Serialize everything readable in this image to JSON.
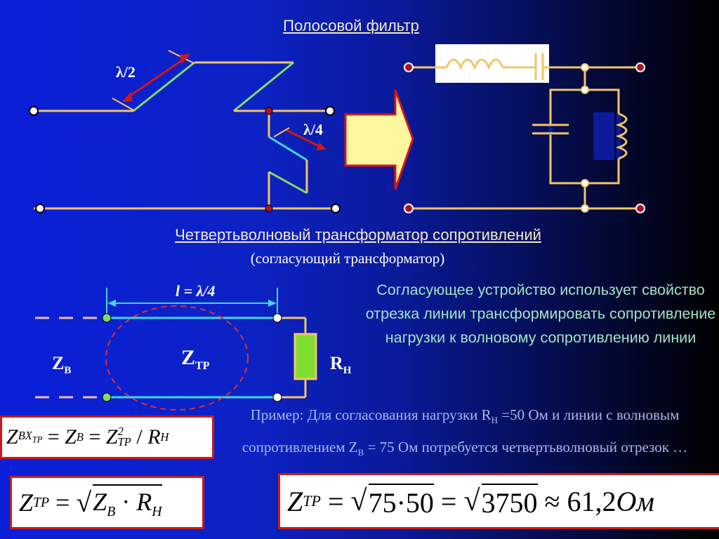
{
  "title": "Полосовой фильтр",
  "labels": {
    "half_wave": "λ/2",
    "quarter_wave": "λ/4",
    "length": "l = λ/4",
    "zb_main": "Z",
    "zb_sub": "В",
    "ztp_main": "Z",
    "ztp_sub": "ТР",
    "rn_main": "R",
    "rn_sub": "Н"
  },
  "subtitle": "Четвертьволновый трансформатор сопротивлений",
  "subtitle2": "(согласующий трансформатор)",
  "description": "Согласующее устройство использует свойство отрезка линии трансформировать сопротивление нагрузки к волновому сопротивлению линии",
  "example": {
    "part1": "Пример: Для согласования нагрузки R",
    "sub1": "Н",
    "part2": " =50 Ом и линии с волновым сопротивлением Z",
    "sub2": "В",
    "part3": " = 75 Ом потребуется четвертьволновый отрезок …"
  },
  "formulas": {
    "f1_lhs": "Z",
    "f1_lhs_sub": "BX",
    "f1_lhs_subsub": "TP",
    "f1_eq1": " = ",
    "f1_zb": "Z",
    "f1_zb_sub": "B",
    "f1_eq2": " = ",
    "f1_ztp": "Z",
    "f1_ztp_sup": "2",
    "f1_ztp_sub": "TP",
    "f1_div": " / ",
    "f1_r": "R",
    "f1_r_sub": "H",
    "f2_lhs": "Z",
    "f2_lhs_sub": "TP",
    "f2_eq": " = ",
    "f2_root_sign": "√",
    "f2_zb": "Z",
    "f2_zb_sub": "B",
    "f2_dot": " · ",
    "f2_r": "R",
    "f2_r_sub": "H",
    "f3_lhs": "Z",
    "f3_lhs_sub": "TP",
    "f3_eq1": " = ",
    "f3_root1_sign": "√",
    "f3_root1": "75·50",
    "f3_eq2": " = ",
    "f3_root2_sign": "√",
    "f3_root2": "3750",
    "f3_approx": " ≈ 61,2",
    "f3_unit": "Ом"
  },
  "colors": {
    "wire": "#f2c46a",
    "green_segment": "#7fdc6a",
    "cyan_segment": "#3fd8e8",
    "arrow_red": "#d01818",
    "arrow_fill": "#fff6a0",
    "node_red": "#b0102a",
    "load_fill": "#80dd30"
  }
}
